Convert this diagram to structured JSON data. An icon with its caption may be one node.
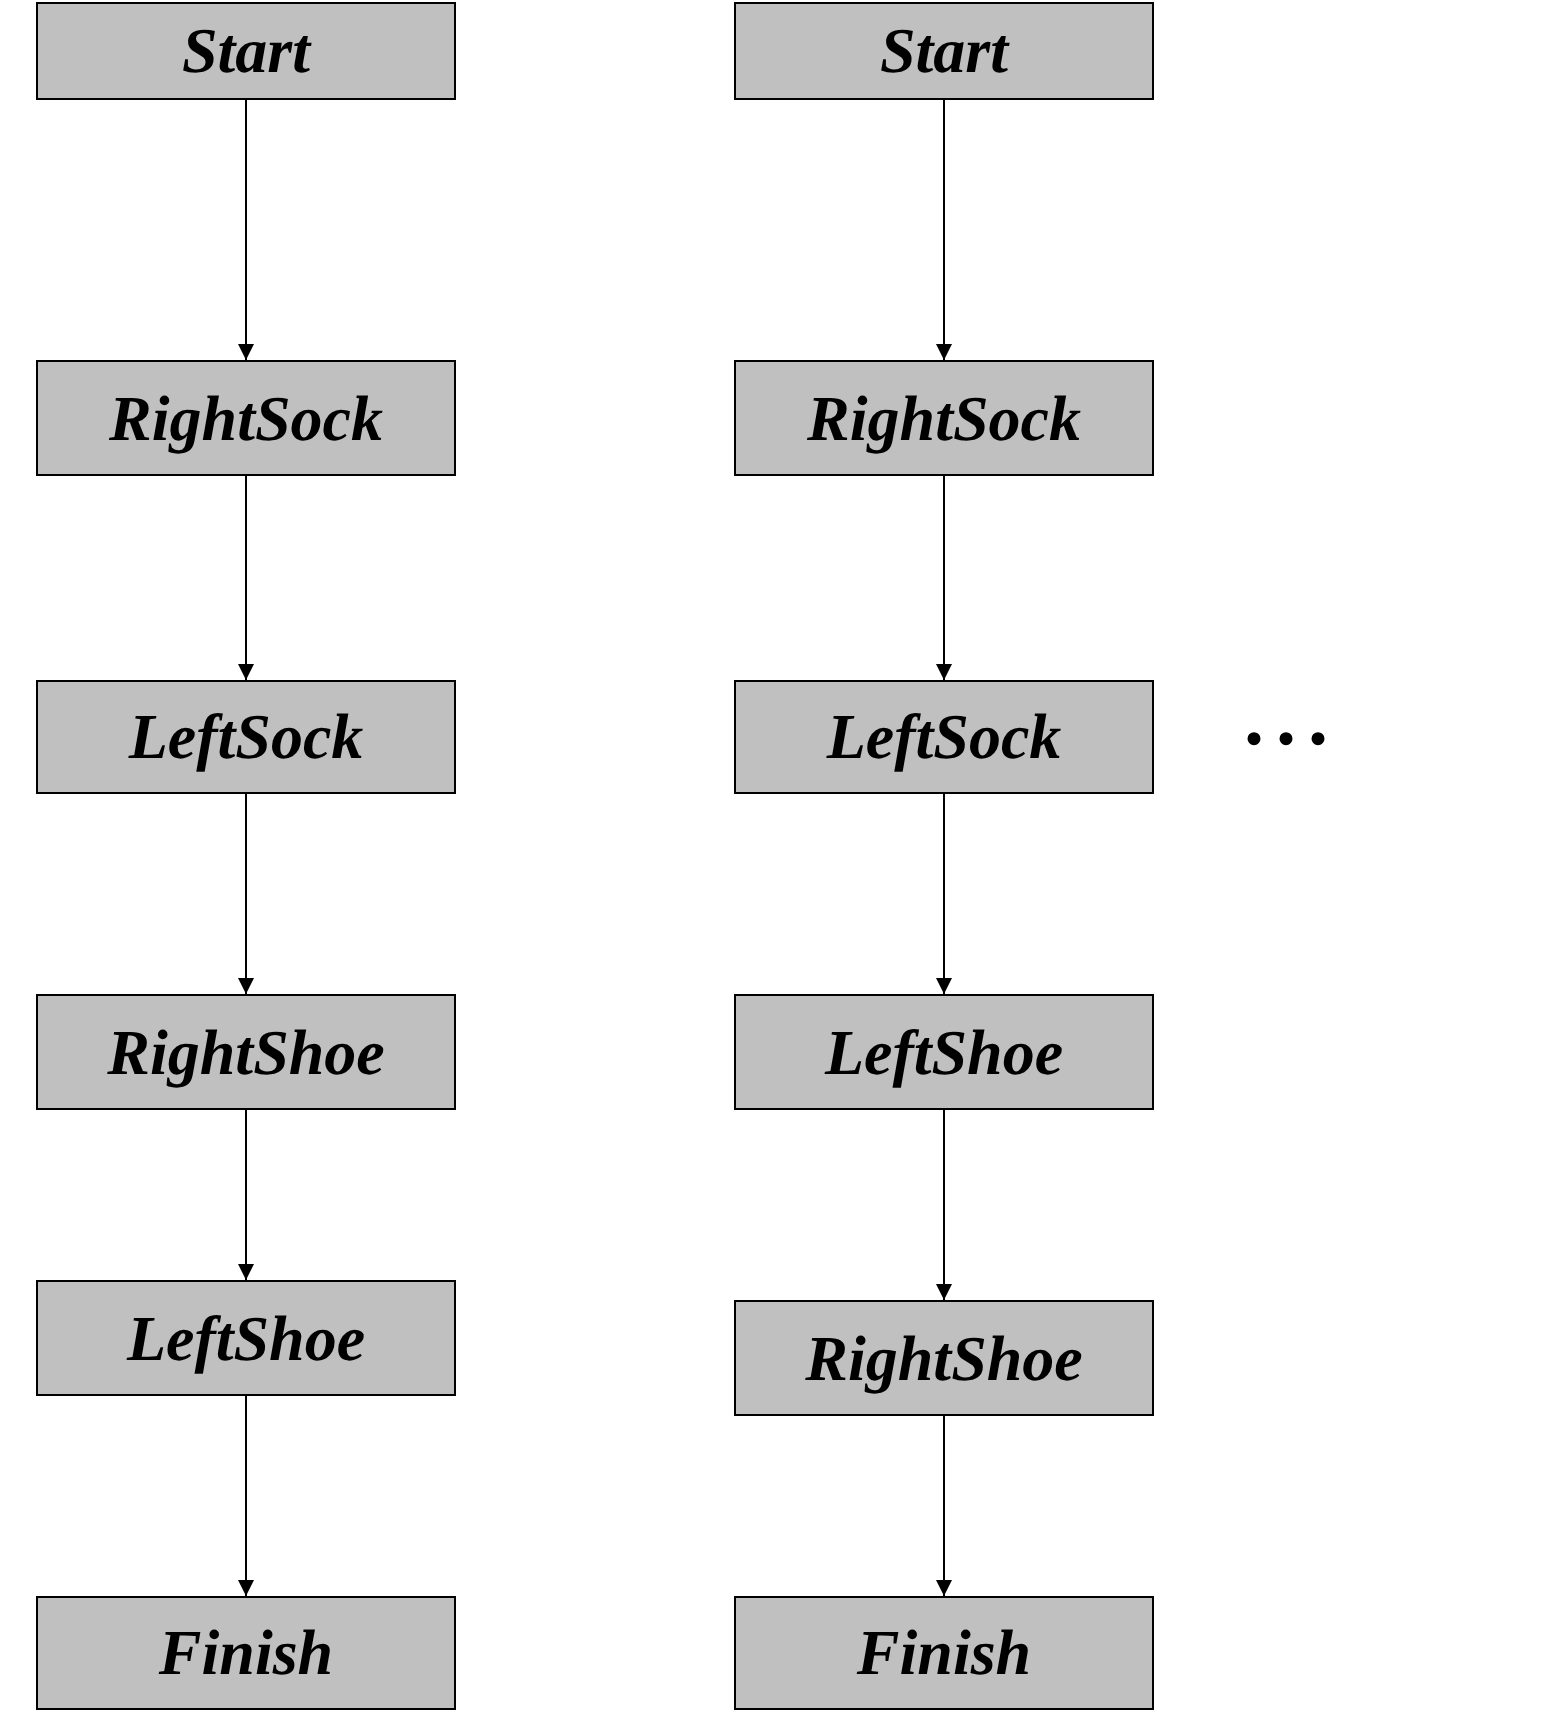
{
  "diagram": {
    "nodes": [
      {
        "text": [
          "Start"
        ]
      },
      {
        "text": [
          "RightSock"
        ]
      },
      {
        "text": [
          "LeftSock"
        ]
      },
      {
        "text": [
          "RightShoe"
        ]
      },
      {
        "text": [
          "LeftShoe"
        ]
      },
      {
        "text": [
          "Finish"
        ]
      },
      {
        "text": [
          "Start"
        ]
      },
      {
        "text": [
          "RightSock"
        ]
      },
      {
        "text": [
          "LeftSock"
        ]
      },
      {
        "text": [
          "LeftShoe"
        ]
      },
      {
        "text": [
          "RightShoe"
        ]
      },
      {
        "text": [
          "Finish"
        ]
      }
    ],
    "edges": [
      {
        "from": 0,
        "to": 1,
        "arrow": "to"
      },
      {
        "from": 1,
        "to": 2,
        "arrow": "to"
      },
      {
        "from": 2,
        "to": 3,
        "arrow": "to"
      },
      {
        "from": 3,
        "to": 4,
        "arrow": "to"
      },
      {
        "from": 4,
        "to": 5,
        "arrow": "to"
      },
      {
        "from": 6,
        "to": 7,
        "arrow": "to"
      },
      {
        "from": 7,
        "to": 8,
        "arrow": "to"
      },
      {
        "from": 8,
        "to": 9,
        "arrow": "to"
      },
      {
        "from": 9,
        "to": 10,
        "arrow": "to"
      },
      {
        "from": 10,
        "to": 11,
        "arrow": "to"
      }
    ],
    "labels": [
      "..."
    ]
  }
}
